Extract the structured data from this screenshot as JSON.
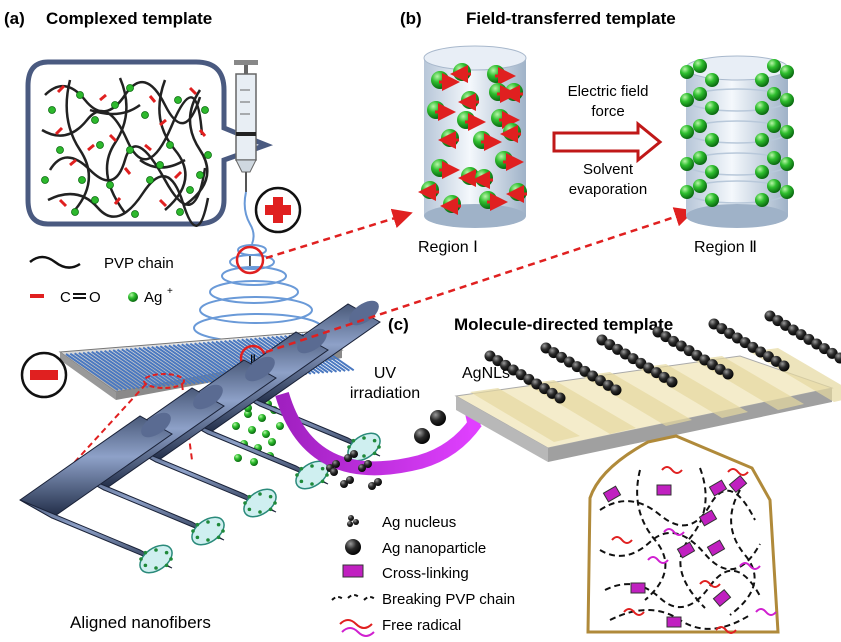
{
  "panels": {
    "a": {
      "letter": "(a)",
      "title": "Complexed template"
    },
    "b": {
      "letter": "(b)",
      "title": "Field-transferred template"
    },
    "c": {
      "letter": "(c)",
      "title": "Molecule-directed template"
    }
  },
  "legend_a": {
    "pvp_chain": "PVP  chain",
    "carbonyl": "C",
    "carbonyl_o": "O",
    "ag_ion": "Ag",
    "ag_ion_sup": "+"
  },
  "panel_b": {
    "arrow_label_1": "Electric field",
    "arrow_label_2": "force",
    "arrow_label_3": "Solvent",
    "arrow_label_4": "evaporation",
    "region_1": "Region  Ⅰ",
    "region_2": "Region  Ⅱ"
  },
  "markers": {
    "one": "Ⅰ",
    "two": "Ⅱ"
  },
  "panel_c": {
    "uv_1": "UV",
    "uv_2": "irradiation",
    "agnls": "AgNLs"
  },
  "legend_c": {
    "items": [
      "Ag nucleus",
      "Ag nanoparticle",
      "Cross-linking",
      "Breaking PVP chain",
      "Free radical"
    ]
  },
  "nanofibers_label": "Aligned   nanofibers",
  "colors": {
    "red": "#e02020",
    "green": "#2db82d",
    "blue_fiber": "#6a9ad8",
    "magenta": "#c020c0",
    "gold_frame": "#b08a3a"
  }
}
